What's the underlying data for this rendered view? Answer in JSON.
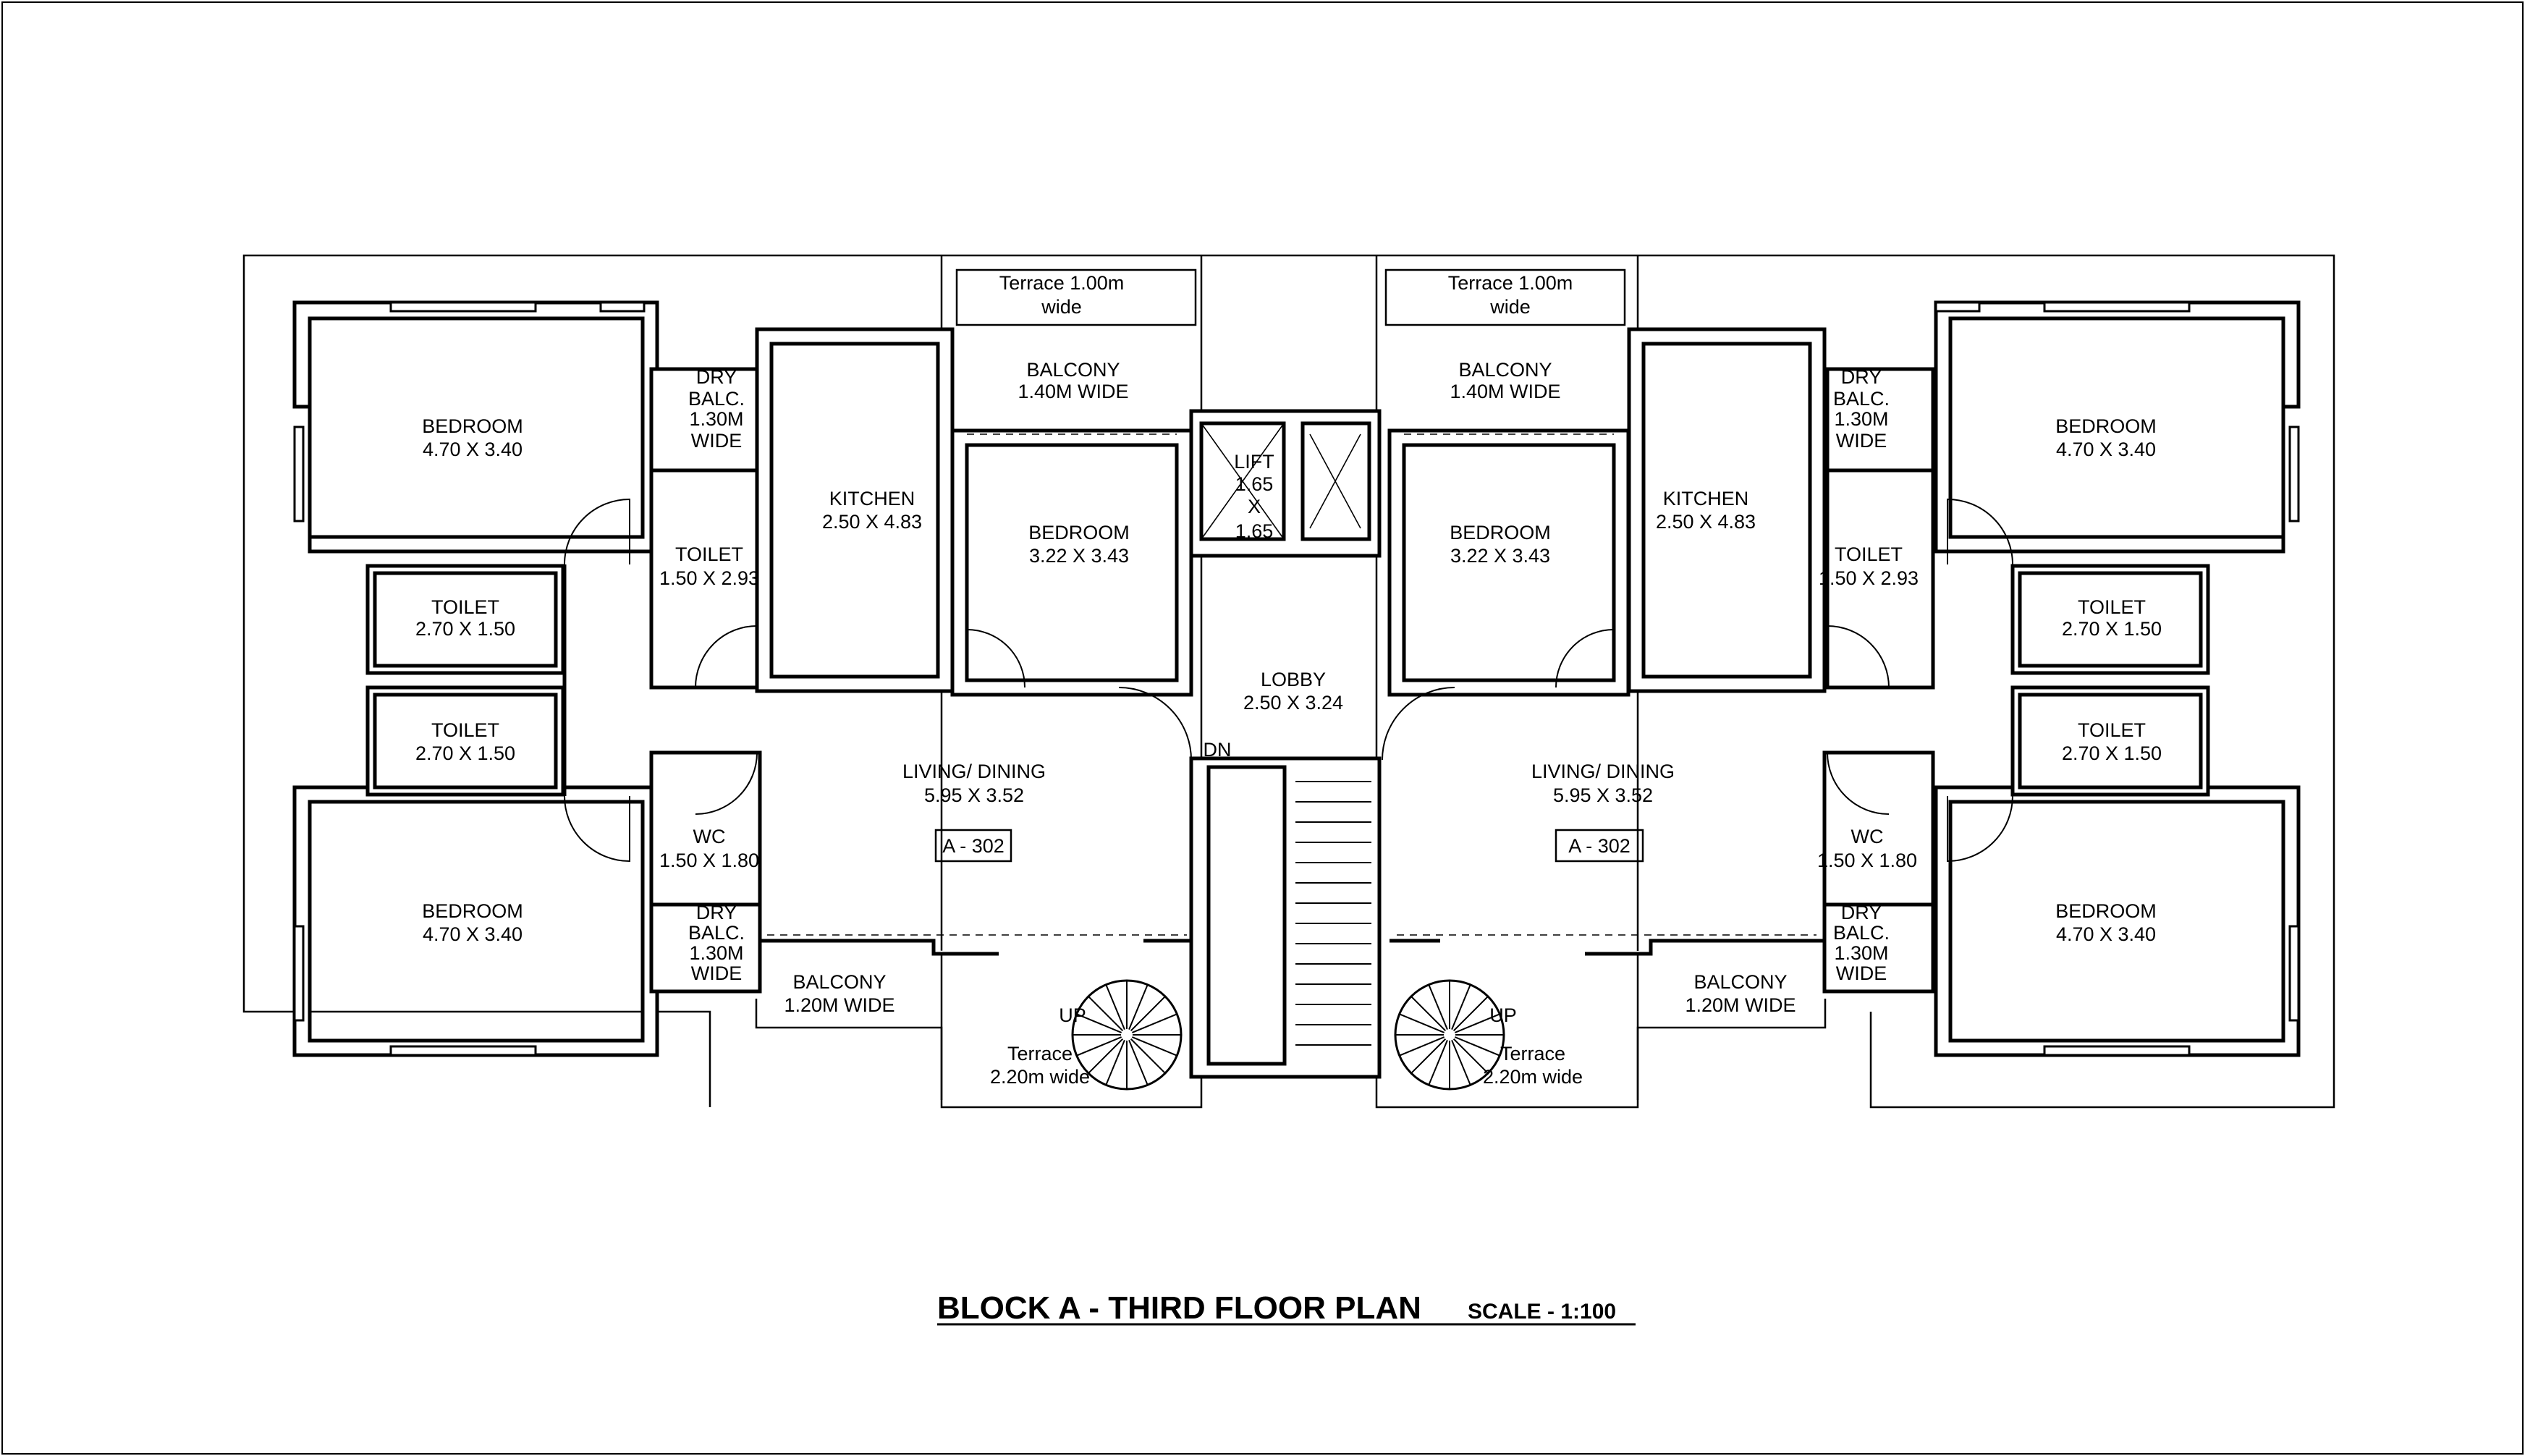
{
  "title": {
    "main": "BLOCK A - THIRD FLOOR PLAN",
    "scale": "SCALE - 1:100"
  },
  "left_unit": {
    "terrace_top_line1": "Terrace 1.00m",
    "terrace_top_line2": "wide",
    "balcony_top_line1": "BALCONY",
    "balcony_top_line2": "1.40M WIDE",
    "bedroom_top_line1": "BEDROOM",
    "bedroom_top_line2": "4.70 X 3.40",
    "dry_balc_top_line1": "DRY",
    "dry_balc_top_line2": "BALC.",
    "dry_balc_top_line3": "1.30M",
    "dry_balc_top_line4": "WIDE",
    "kitchen_line1": "KITCHEN",
    "kitchen_line2": "2.50 X 4.83",
    "toilet_small_line1": "TOILET",
    "toilet_small_line2": "1.50 X 2.93",
    "bedroom_mid_line1": "BEDROOM",
    "bedroom_mid_line2": "3.22 X 3.43",
    "toilet_a_line1": "TOILET",
    "toilet_a_line2": "2.70 X 1.50",
    "toilet_b_line1": "TOILET",
    "toilet_b_line2": "2.70 X 1.50",
    "living_line1": "LIVING/ DINING",
    "living_line2": "5.95 X 3.52",
    "unit_tag": "A - 302",
    "wc_line1": "WC",
    "wc_line2": "1.50 X 1.80",
    "dry_balc_bot_line1": "DRY",
    "dry_balc_bot_line2": "BALC.",
    "dry_balc_bot_line3": "1.30M",
    "dry_balc_bot_line4": "WIDE",
    "bedroom_bot_line1": "BEDROOM",
    "bedroom_bot_line2": "4.70 X 3.40",
    "balcony_bot_line1": "BALCONY",
    "balcony_bot_line2": "1.20M WIDE",
    "terrace_bot_line1": "Terrace",
    "terrace_bot_line2": "2.20m wide",
    "up": "UP"
  },
  "right_unit": {
    "terrace_top_line1": "Terrace 1.00m",
    "terrace_top_line2": "wide",
    "balcony_top_line1": "BALCONY",
    "balcony_top_line2": "1.40M WIDE",
    "bedroom_top_line1": "BEDROOM",
    "bedroom_top_line2": "4.70 X 3.40",
    "dry_balc_top_line1": "DRY",
    "dry_balc_top_line2": "BALC.",
    "dry_balc_top_line3": "1.30M",
    "dry_balc_top_line4": "WIDE",
    "kitchen_line1": "KITCHEN",
    "kitchen_line2": "2.50 X 4.83",
    "toilet_small_line1": "TOILET",
    "toilet_small_line2": "1.50 X 2.93",
    "bedroom_mid_line1": "BEDROOM",
    "bedroom_mid_line2": "3.22 X 3.43",
    "toilet_a_line1": "TOILET",
    "toilet_a_line2": "2.70 X 1.50",
    "toilet_b_line1": "TOILET",
    "toilet_b_line2": "2.70 X 1.50",
    "living_line1": "LIVING/ DINING",
    "living_line2": "5.95 X 3.52",
    "unit_tag": "A - 302",
    "wc_line1": "WC",
    "wc_line2": "1.50 X 1.80",
    "dry_balc_bot_line1": "DRY",
    "dry_balc_bot_line2": "BALC.",
    "dry_balc_bot_line3": "1.30M",
    "dry_balc_bot_line4": "WIDE",
    "bedroom_bot_line1": "BEDROOM",
    "bedroom_bot_line2": "4.70 X 3.40",
    "balcony_bot_line1": "BALCONY",
    "balcony_bot_line2": "1.20M WIDE",
    "terrace_bot_line1": "Terrace",
    "terrace_bot_line2": "2.20m wide",
    "up": "UP"
  },
  "core": {
    "lift_line1": "LIFT",
    "lift_line2": "1.65",
    "lift_line3": "X",
    "lift_line4": "1.65",
    "lobby_line1": "LOBBY",
    "lobby_line2": "2.50 X 3.24",
    "dn": "DN"
  }
}
